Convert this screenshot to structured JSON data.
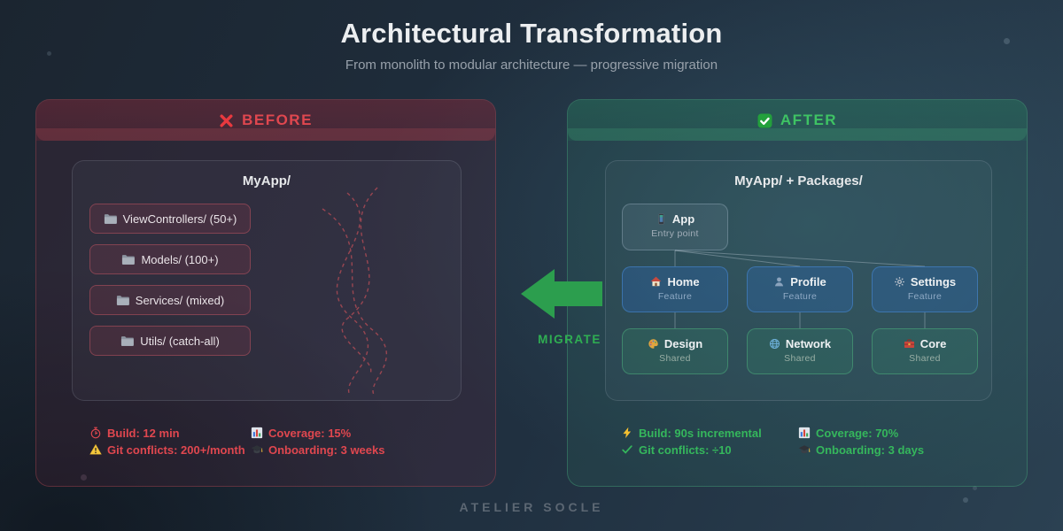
{
  "header": {
    "title": "Architectural Transformation",
    "subtitle": "From monolith to modular architecture — progressive migration"
  },
  "before": {
    "label": "BEFORE",
    "label_icon": "x-icon",
    "accent_color": "#e0474f",
    "monolith": {
      "title": "MyApp/",
      "folders": [
        {
          "icon": "folder-icon",
          "label": "ViewControllers/ (50+)"
        },
        {
          "icon": "folder-icon",
          "label": "Models/ (100+)"
        },
        {
          "icon": "folder-icon",
          "label": "Services/ (mixed)"
        },
        {
          "icon": "folder-icon",
          "label": "Utils/ (catch-all)"
        }
      ]
    },
    "stats": [
      {
        "icon": "stopwatch-icon",
        "text": "Build: 12 min"
      },
      {
        "icon": "warning-icon",
        "text": "Git conflicts: 200+/month"
      },
      {
        "icon": "bar-chart-icon",
        "text": "Coverage: 15%"
      },
      {
        "icon": "graduation-cap-icon",
        "text": "Onboarding: 3 weeks"
      }
    ]
  },
  "after": {
    "label": "AFTER",
    "label_icon": "check-badge-icon",
    "accent_color": "#3ec364",
    "modules": {
      "title": "MyApp/ + Packages/",
      "app": {
        "icon": "phone-icon",
        "name": "App",
        "sublabel": "Entry point"
      },
      "features": [
        {
          "icon": "house-icon",
          "name": "Home",
          "sublabel": "Feature"
        },
        {
          "icon": "person-icon",
          "name": "Profile",
          "sublabel": "Feature"
        },
        {
          "icon": "gear-icon",
          "name": "Settings",
          "sublabel": "Feature"
        }
      ],
      "shared": [
        {
          "icon": "palette-icon",
          "name": "Design",
          "sublabel": "Shared"
        },
        {
          "icon": "globe-icon",
          "name": "Network",
          "sublabel": "Shared"
        },
        {
          "icon": "toolbox-icon",
          "name": "Core",
          "sublabel": "Shared"
        }
      ]
    },
    "stats": [
      {
        "icon": "lightning-icon",
        "text": "Build: 90s incremental"
      },
      {
        "icon": "checkmark-icon",
        "text": "Git conflicts: ÷10"
      },
      {
        "icon": "bar-chart-icon",
        "text": "Coverage: 70%"
      },
      {
        "icon": "graduation-cap-icon",
        "text": "Onboarding: 3 days"
      }
    ]
  },
  "migration": {
    "label": "MIGRATE",
    "arrow_color": "#2c9e4e"
  },
  "footer": {
    "brand": "ATELIER SOCLE"
  }
}
